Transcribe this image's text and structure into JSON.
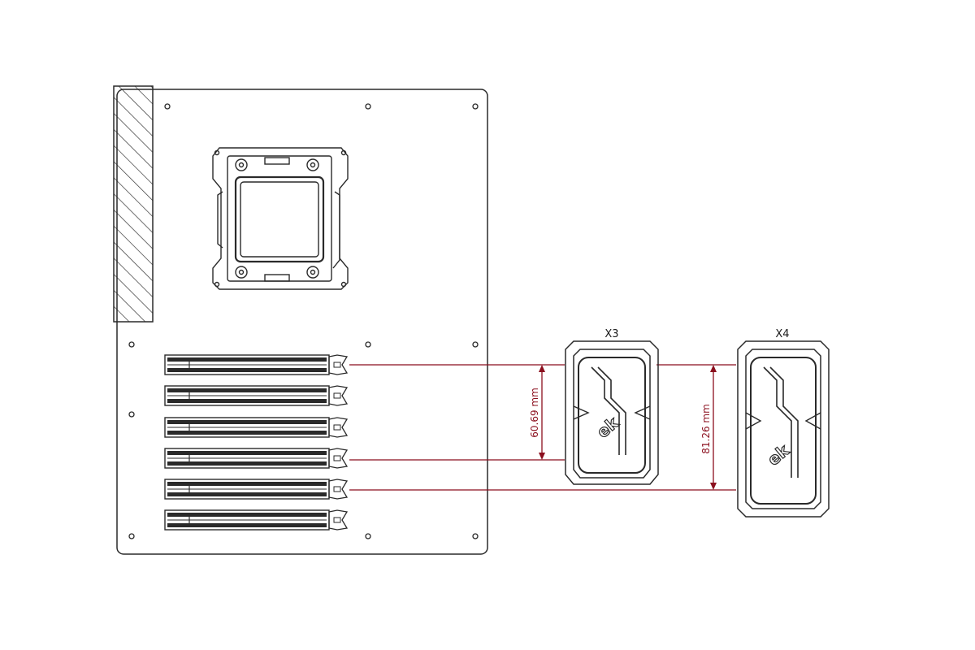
{
  "diagram": {
    "labels": {
      "x3": "X3",
      "x4": "X4"
    },
    "dimensions": {
      "x3_spacing": "60.69 mm",
      "x4_spacing": "81.26 mm"
    },
    "colors": {
      "outline": "#2a2a2a",
      "dimension": "#8b0f1e",
      "background": "#ffffff"
    },
    "icons": [
      "motherboard-outline",
      "io-shield-hatch",
      "cpu-socket",
      "pcie-slot",
      "gpu-bridge-x3",
      "gpu-bridge-x4",
      "ek-logo-icon"
    ]
  }
}
